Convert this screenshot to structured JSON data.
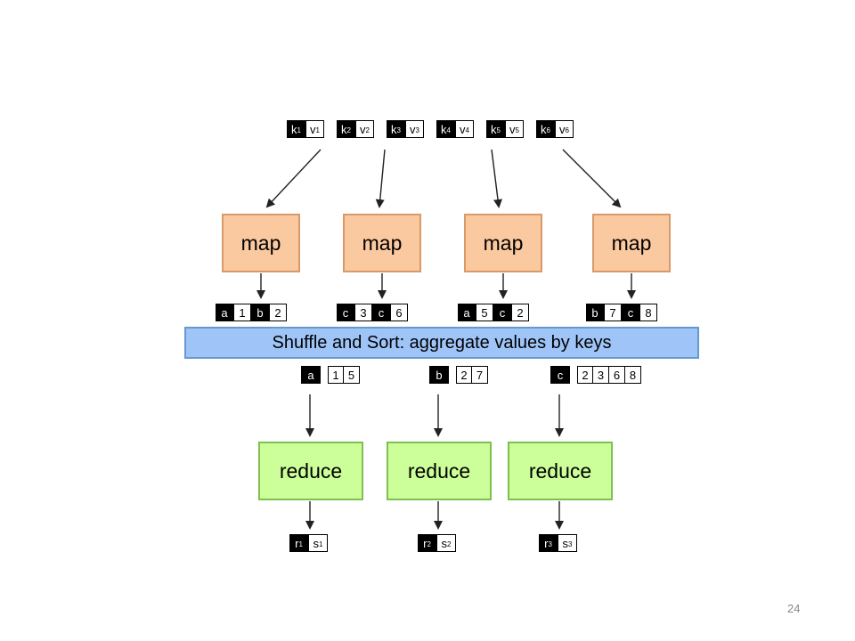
{
  "inputs": [
    {
      "k": "k",
      "ksub": "1",
      "v": "v",
      "vsub": "1"
    },
    {
      "k": "k",
      "ksub": "2",
      "v": "v",
      "vsub": "2"
    },
    {
      "k": "k",
      "ksub": "3",
      "v": "v",
      "vsub": "3"
    },
    {
      "k": "k",
      "ksub": "4",
      "v": "v",
      "vsub": "4"
    },
    {
      "k": "k",
      "ksub": "5",
      "v": "v",
      "vsub": "5"
    },
    {
      "k": "k",
      "ksub": "6",
      "v": "v",
      "vsub": "6"
    }
  ],
  "mappers": [
    {
      "label": "map"
    },
    {
      "label": "map"
    },
    {
      "label": "map"
    },
    {
      "label": "map"
    }
  ],
  "map_outputs": [
    [
      {
        "key": "a",
        "val": "1"
      },
      {
        "key": "b",
        "val": "2"
      }
    ],
    [
      {
        "key": "c",
        "val": "3"
      },
      {
        "key": "c",
        "val": "6"
      }
    ],
    [
      {
        "key": "a",
        "val": "5"
      },
      {
        "key": "c",
        "val": "2"
      }
    ],
    [
      {
        "key": "b",
        "val": "7"
      },
      {
        "key": "c",
        "val": "8"
      }
    ]
  ],
  "shuffle": {
    "label": "Shuffle and Sort: aggregate values by keys"
  },
  "grouped": [
    {
      "key": "a",
      "values": [
        "1",
        "5"
      ]
    },
    {
      "key": "b",
      "values": [
        "2",
        "7"
      ]
    },
    {
      "key": "c",
      "values": [
        "2",
        "3",
        "6",
        "8"
      ]
    }
  ],
  "reducers": [
    {
      "label": "reduce"
    },
    {
      "label": "reduce"
    },
    {
      "label": "reduce"
    }
  ],
  "outputs": [
    {
      "r": "r",
      "rsub": "1",
      "s": "s",
      "ssub": "1"
    },
    {
      "r": "r",
      "rsub": "2",
      "s": "s",
      "ssub": "2"
    },
    {
      "r": "r",
      "rsub": "3",
      "s": "s",
      "ssub": "3"
    }
  ],
  "page_number": "24",
  "colors": {
    "map_fill": "#fbc9a0",
    "reduce_fill": "#ccff99",
    "shuffle_fill": "#9fc5f8",
    "key_cell": "#000000",
    "arrow": "#222222"
  }
}
